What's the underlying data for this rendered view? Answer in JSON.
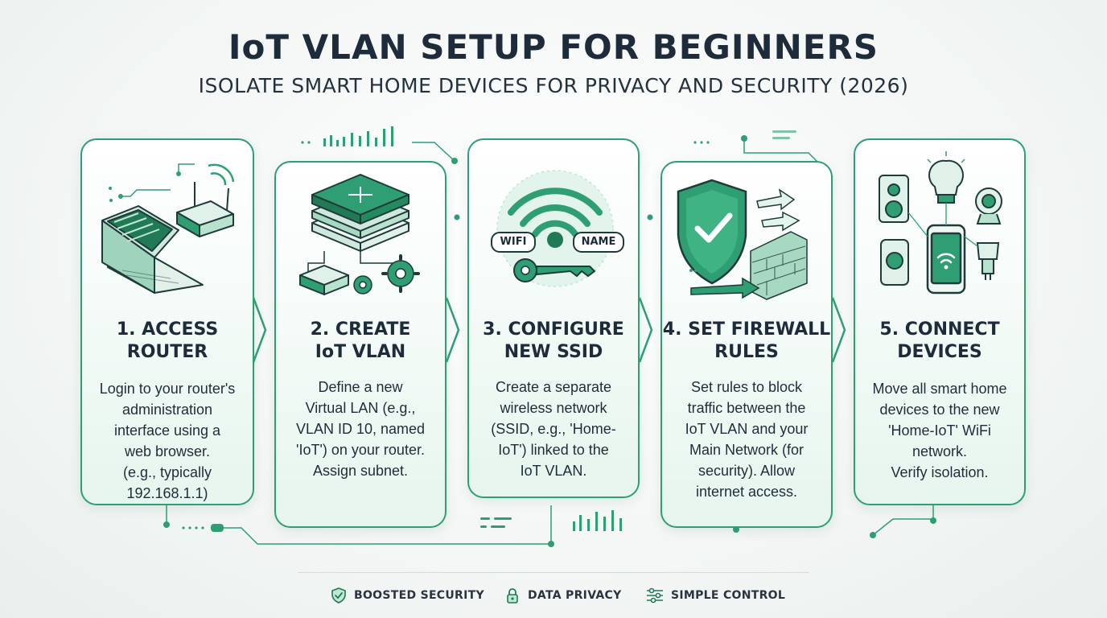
{
  "header": {
    "title": "IoT VLAN SETUP FOR BEGINNERS",
    "subtitle": "ISOLATE SMART HOME DEVICES FOR PRIVACY AND SECURITY (2026)"
  },
  "steps": [
    {
      "title": "1. ACCESS\nROUTER",
      "description": "Login to your router's\nadministration\ninterface using a\nweb browser.\n(e.g., typically\n192.168.1.1)",
      "icon": "laptop-router-icon"
    },
    {
      "title": "2. CREATE\nIoT VLAN",
      "description": "Define a new\nVirtual LAN (e.g.,\nVLAN ID 10, named\n'IoT') on your router.\nAssign subnet.",
      "icon": "network-layers-icon"
    },
    {
      "title": "3. CONFIGURE\nNEW SSID",
      "description": "Create a separate\nwireless network\n(SSID, e.g., 'Home-\nIoT') linked to the\nIoT VLAN.",
      "icon": "wifi-key-icon",
      "tags": [
        "WIFI",
        "NAME"
      ]
    },
    {
      "title": "4. SET FIREWALL\nRULES",
      "description": "Set rules to block\ntraffic between the\nIoT VLAN and your\nMain Network (for\nsecurity). Allow\ninternet access.",
      "icon": "shield-firewall-icon"
    },
    {
      "title": "5. CONNECT\nDEVICES",
      "description": "Move all smart home\ndevices to the new\n'Home-IoT' WiFi\nnetwork.\nVerify isolation.",
      "icon": "smart-devices-icon"
    }
  ],
  "footer": {
    "features": [
      {
        "label": "BOOSTED SECURITY",
        "icon": "shield-check-icon"
      },
      {
        "label": "DATA PRIVACY",
        "icon": "padlock-icon"
      },
      {
        "label": "SIMPLE CONTROL",
        "icon": "sliders-icon"
      }
    ]
  },
  "colors": {
    "accent": "#2f9e72",
    "accent_dark": "#1f7a55",
    "accent_light": "#bfe8d4",
    "text": "#1d2b3a"
  }
}
